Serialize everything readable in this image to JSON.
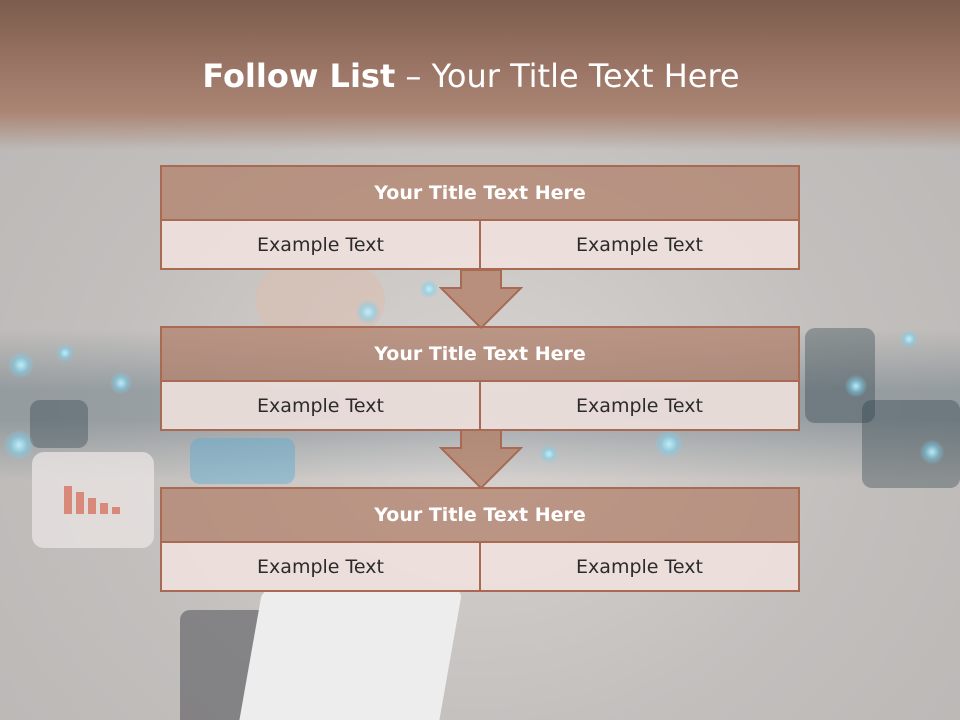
{
  "title": {
    "bold": "Follow List",
    "rest": " – Your Title Text Here"
  },
  "steps": [
    {
      "header": "Your Title Text Here",
      "left": "Example Text",
      "right": "Example Text"
    },
    {
      "header": "Your Title Text Here",
      "left": "Example Text",
      "right": "Example Text"
    },
    {
      "header": "Your Title Text Here",
      "left": "Example Text",
      "right": "Example Text"
    }
  ],
  "colors": {
    "header_band": "#9a7565",
    "block_header": "#b28069",
    "block_border": "#a86a52",
    "cell_fill": "#f0e1de"
  }
}
